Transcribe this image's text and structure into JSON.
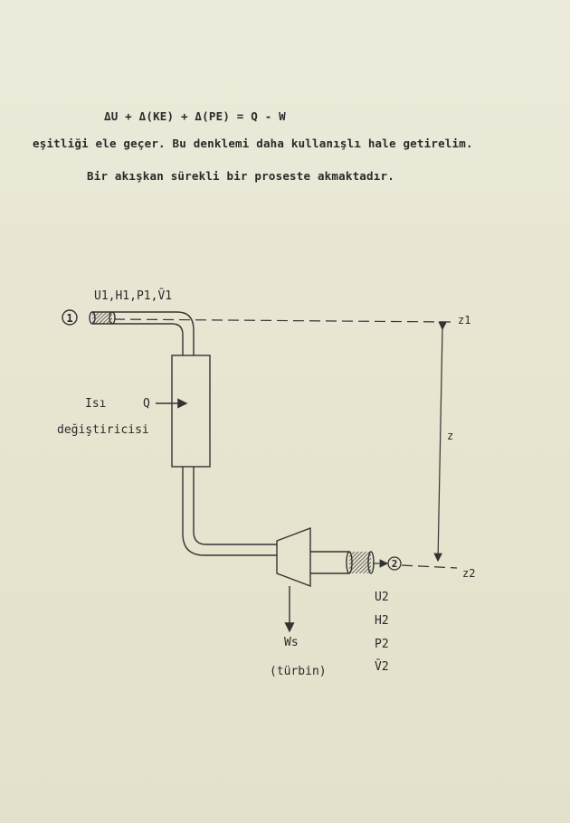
{
  "text": {
    "equation": "ΔU + Δ(KE) + Δ(PE) = Q - W",
    "line2": "eşitliği ele geçer. Bu denklemi daha kullanışlı hale getirelim.",
    "line3": "Bir akışkan sürekli bir proseste akmaktadır."
  },
  "diagram": {
    "state1_marker": "1",
    "state1_props": "U1,H1,P1,V̄1",
    "z1_label": "z1",
    "z_label": "z",
    "z2_label": "z2",
    "heat_label": "Q",
    "hx_label_line1": "Isı",
    "hx_label_line2": "değiştiricisi",
    "state2_marker": "2",
    "state2_props": [
      "U2",
      "H2",
      "P2",
      "V̄2"
    ],
    "work_label": "Ws",
    "turbine_label": "(türbin)"
  }
}
